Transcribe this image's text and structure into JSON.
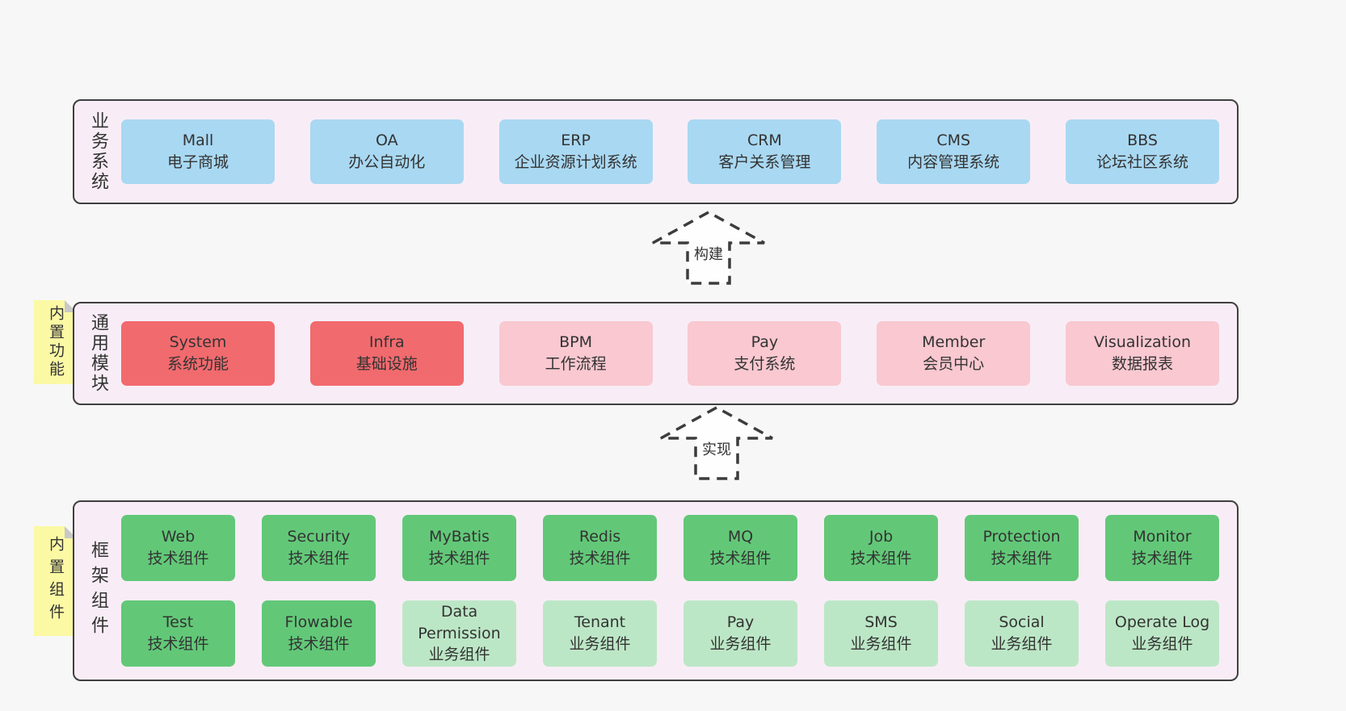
{
  "palette": {
    "page_bg": "#f7f7f7",
    "band_bg": "#f8edf6",
    "band_border": "#3f3f3f",
    "blue_box": "#a9d8f2",
    "red_box": "#f16a6e",
    "pink_box": "#f9c8d0",
    "green_dark_box": "#62c878",
    "green_light_box": "#bce7c6",
    "sticky_yellow": "#fbf9a4",
    "sticky_fold": "#c8c8c8",
    "text": "#333333"
  },
  "arrows": [
    {
      "label": "构建"
    },
    {
      "label": "实现"
    }
  ],
  "bands": [
    {
      "vlabel": "业务系统",
      "boxes": [
        {
          "name": "Mall",
          "subtitle": "电子商城"
        },
        {
          "name": "OA",
          "subtitle": "办公自动化"
        },
        {
          "name": "ERP",
          "subtitle": "企业资源计划系统"
        },
        {
          "name": "CRM",
          "subtitle": "客户关系管理"
        },
        {
          "name": "CMS",
          "subtitle": "内容管理系统"
        },
        {
          "name": "BBS",
          "subtitle": "论坛社区系统"
        }
      ]
    },
    {
      "vlabel": "通用模块",
      "sticky": "内置功能",
      "boxes": [
        {
          "name": "System",
          "subtitle": "系统功能"
        },
        {
          "name": "Infra",
          "subtitle": "基础设施"
        },
        {
          "name": "BPM",
          "subtitle": "工作流程"
        },
        {
          "name": "Pay",
          "subtitle": "支付系统"
        },
        {
          "name": "Member",
          "subtitle": "会员中心"
        },
        {
          "name": "Visualization",
          "subtitle": "数据报表"
        }
      ]
    },
    {
      "vlabel": "框架组件",
      "sticky": "内置组件",
      "rows": [
        [
          {
            "name": "Web",
            "subtitle": "技术组件"
          },
          {
            "name": "Security",
            "subtitle": "技术组件"
          },
          {
            "name": "MyBatis",
            "subtitle": "技术组件"
          },
          {
            "name": "Redis",
            "subtitle": "技术组件"
          },
          {
            "name": "MQ",
            "subtitle": "技术组件"
          },
          {
            "name": "Job",
            "subtitle": "技术组件"
          },
          {
            "name": "Protection",
            "subtitle": "技术组件"
          },
          {
            "name": "Monitor",
            "subtitle": "技术组件"
          }
        ],
        [
          {
            "name": "Test",
            "subtitle": "技术组件"
          },
          {
            "name": "Flowable",
            "subtitle": "技术组件"
          },
          {
            "name": "Data Permission",
            "subtitle": "业务组件"
          },
          {
            "name": "Tenant",
            "subtitle": "业务组件"
          },
          {
            "name": "Pay",
            "subtitle": "业务组件"
          },
          {
            "name": "SMS",
            "subtitle": "业务组件"
          },
          {
            "name": "Social",
            "subtitle": "业务组件"
          },
          {
            "name": "Operate Log",
            "subtitle": "业务组件"
          }
        ]
      ]
    }
  ]
}
